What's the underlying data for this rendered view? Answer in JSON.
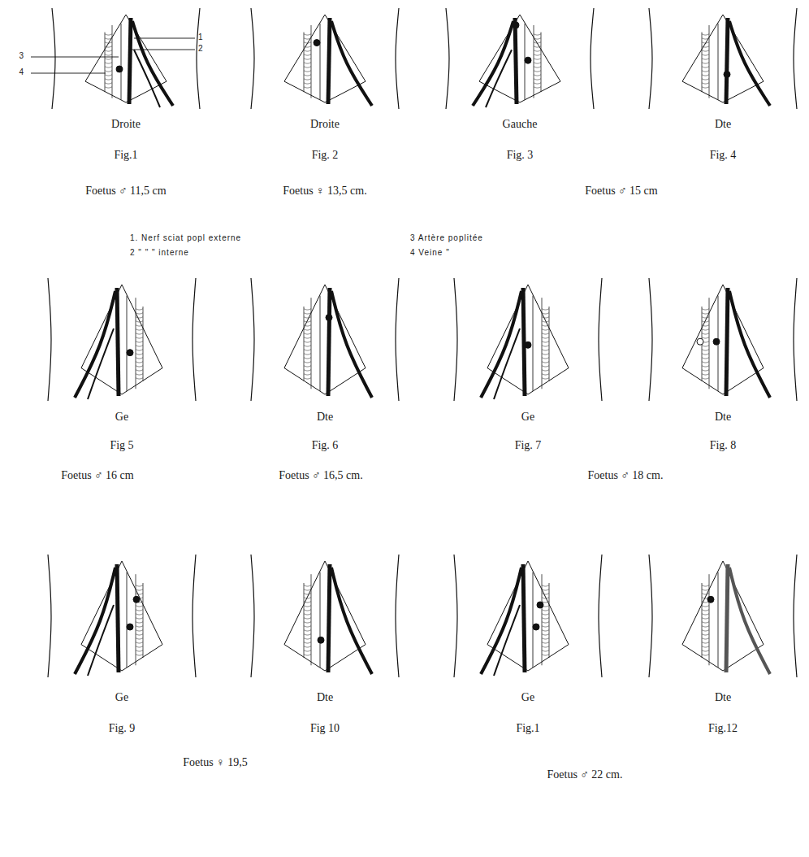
{
  "diagram": {
    "labels": [
      "1",
      "2",
      "3",
      "4",
      "Droite",
      "Droite",
      "Gauche",
      "Dte",
      "Fig.1",
      "Fig. 2",
      "Fig. 3",
      "Fig. 4",
      "Foetus ♂ 11,5 cm",
      "Foetus ♀ 13,5 cm.",
      "Foetus ♂ 15 cm",
      "1. Nerf sciat popl externe",
      "2 \" \" \" interne",
      "3 Artère poplitée",
      "4 Veine \"",
      "Ge",
      "Dte",
      "Ge",
      "Dte",
      "Fig 5",
      "Fig. 6",
      "Fig. 7",
      "Fig. 8",
      "Foetus ♂ 16 cm",
      "Foetus ♂ 16,5 cm.",
      "Foetus ♂ 18 cm.",
      "Ge",
      "Dte",
      "Ge",
      "Dte",
      "Fig. 9",
      "Fig 10",
      "Fig.1",
      "Fig.12",
      "Foetus ♀ 19,5",
      "Foetus ♂ 22 cm."
    ]
  }
}
